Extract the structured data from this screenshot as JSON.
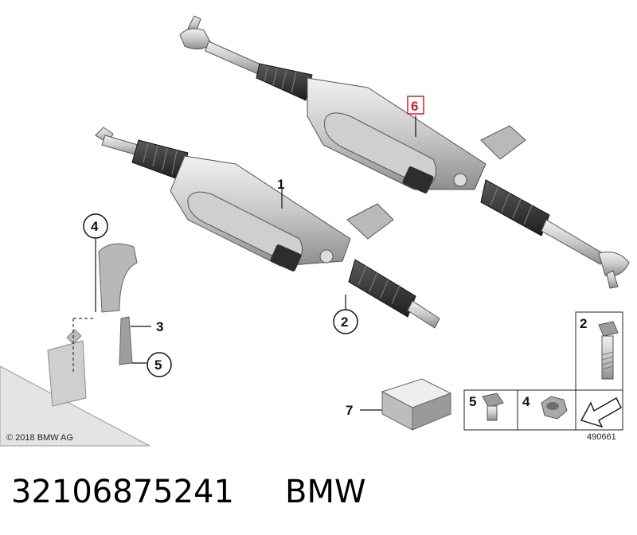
{
  "copyright": "© 2018 BMW AG",
  "image_number": "490661",
  "part_number": "32106875241",
  "brand": "BMW",
  "highlight_color": "#d2202a",
  "callouts": [
    {
      "id": "1",
      "label": "1",
      "style": "line"
    },
    {
      "id": "2",
      "label": "2",
      "style": "circle"
    },
    {
      "id": "3",
      "label": "3",
      "style": "line"
    },
    {
      "id": "4",
      "label": "4",
      "style": "circle"
    },
    {
      "id": "5",
      "label": "5",
      "style": "circle"
    },
    {
      "id": "6",
      "label": "6",
      "style": "highlight-box"
    },
    {
      "id": "7",
      "label": "7",
      "style": "line"
    }
  ],
  "parts_boxes": [
    {
      "label": "2",
      "icon": "bolt-icon"
    },
    {
      "label": "5",
      "icon": "small-bolt-icon"
    },
    {
      "label": "4",
      "icon": "hex-nut-icon"
    },
    {
      "label": "",
      "icon": "arrow-icon"
    }
  ]
}
